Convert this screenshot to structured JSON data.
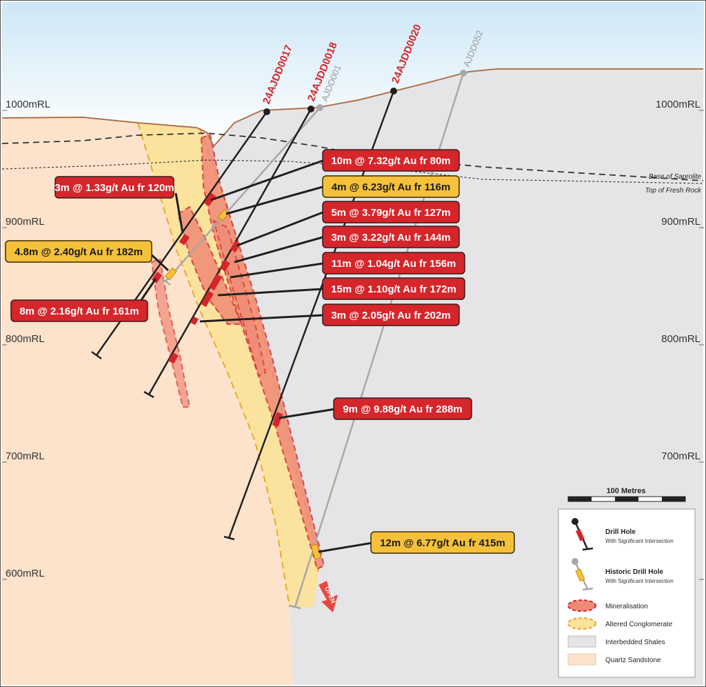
{
  "rl_labels": {
    "rl1000": "1000mRL",
    "rl900": "900mRL",
    "rl800": "800mRL",
    "rl700": "700mRL",
    "rl600": "600mRL"
  },
  "holes": {
    "h17": "24AJDD0017",
    "h18": "24AJDD0018",
    "h20": "24AJDD0020",
    "a001": "AJDD001",
    "a052": "AJDD052"
  },
  "context_lines": {
    "saprolite": "Base of Saprolite",
    "fresh_rock": "Top of Fresh Rock"
  },
  "intercepts": {
    "i1": "10m @ 7.32g/t Au fr 80m",
    "i2": "4m @ 6.23g/t Au fr 116m",
    "i3": "5m @ 3.79g/t Au fr 127m",
    "i4": "3m @ 3.22g/t Au fr 144m",
    "i5": "11m @ 1.04g/t Au fr 156m",
    "i6": "15m @ 1.10g/t Au fr 172m",
    "i7": "3m @ 2.05g/t Au fr 202m",
    "i8": "3m @ 1.33g/t Au fr 120m",
    "i9": "4.8m @ 2.40g/t Au fr 182m",
    "i10": "8m @ 2.16g/t Au fr 161m",
    "i11": "9m @ 9.88g/t Au fr 288m",
    "i12": "12m @ 6.77g/t Au fr 415m"
  },
  "open_label": "OPEN",
  "scale_label": "100 Metres",
  "legend": {
    "drill_title": "Drill Hole",
    "drill_sub": "With Significant Intersection",
    "historic_title": "Historic Drill Hole",
    "historic_sub": "With Significant Intersection",
    "mineralisation": "Mineralisation",
    "altered": "Altered Conglomerate",
    "shales": "Interbedded Shales",
    "sandstone": "Quartz Sandstone"
  },
  "colors": {
    "highlight_red": "#d4262b",
    "highlight_yellow": "#f5c13a",
    "sandstone": "#fde3cc",
    "shales": "#e5e5e8",
    "altered": "#fbe39a",
    "mineralisation": "#f08a77"
  }
}
